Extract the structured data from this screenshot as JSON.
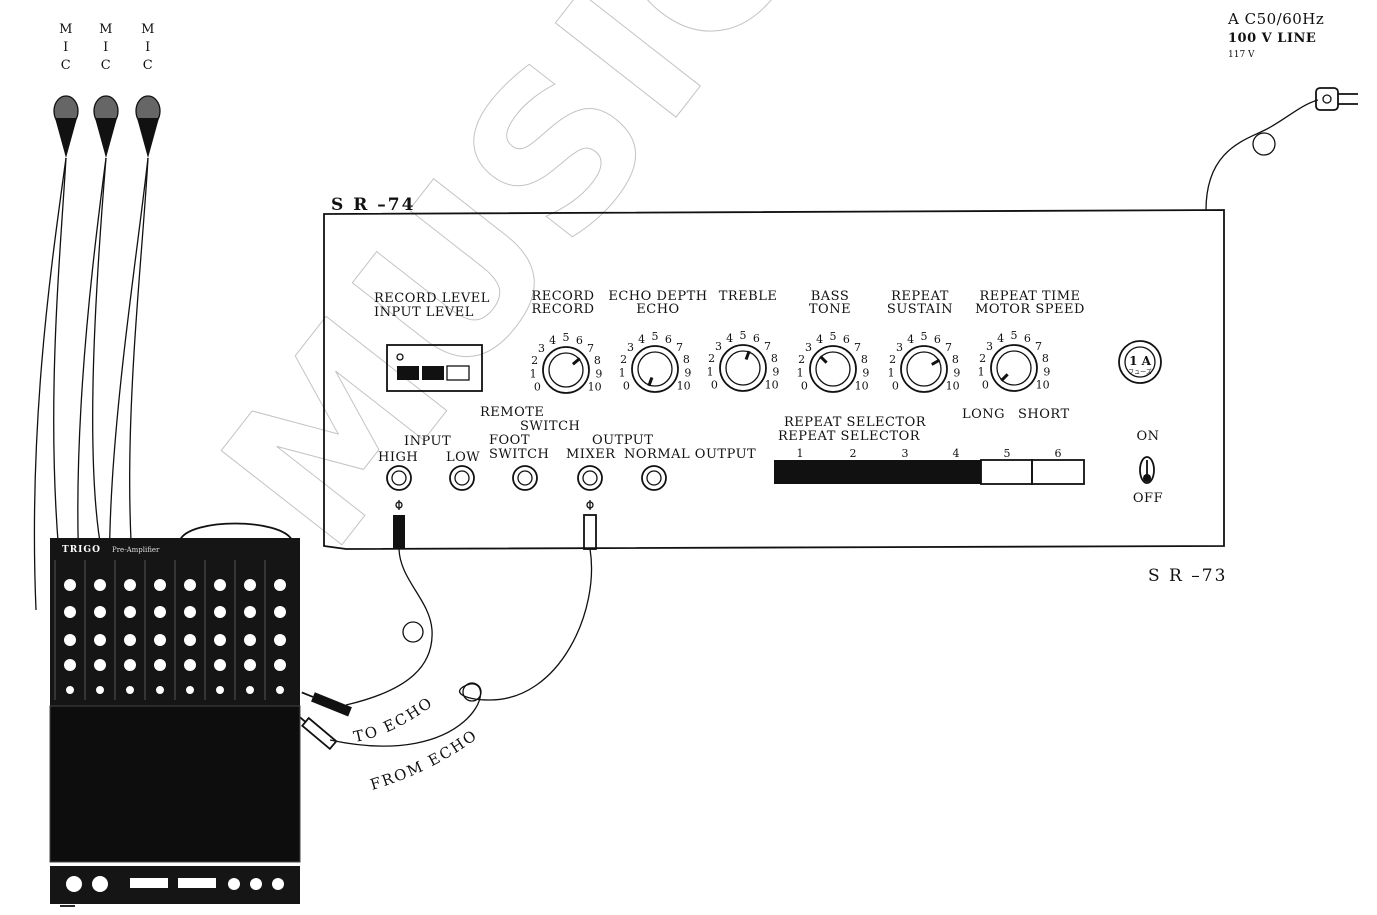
{
  "watermark": "MUSICPAL",
  "mic": {
    "letters": [
      "M",
      "I",
      "C"
    ]
  },
  "power": {
    "line1": "A C50/60Hz",
    "line2": "100 V LINE",
    "line3": "117 V"
  },
  "unit": {
    "model_top": "S R –74",
    "model_bottom": "S R –73"
  },
  "knobs": [
    {
      "top": "RECORD",
      "sub": "RECORD"
    },
    {
      "top": "ECHO DEPTH",
      "sub": "ECHO"
    },
    {
      "top": "TREBLE",
      "sub": ""
    },
    {
      "top": "BASS",
      "sub": "TONE"
    },
    {
      "top": "REPEAT",
      "sub": "SUSTAIN"
    },
    {
      "top": "REPEAT TIME",
      "sub": "MOTOR SPEED"
    }
  ],
  "dial_numbers": [
    "0",
    "1",
    "2",
    "3",
    "4",
    "5",
    "6",
    "7",
    "8",
    "9",
    "10"
  ],
  "record_level": {
    "top": "RECORD  LEVEL",
    "sub": "INPUT  LEVEL"
  },
  "repeat_time_ends": {
    "long": "LONG",
    "short": "SHORT"
  },
  "fuse": {
    "rating": "1 A",
    "sub": "フューズ"
  },
  "jacks": {
    "input": "INPUT",
    "high": "HIGH",
    "low": "LOW",
    "remote": "REMOTE",
    "switch": "SWITCH",
    "foot": "FOOT",
    "switch_sub": "SWITCH",
    "output": "OUTPUT",
    "mixer": "MIXER",
    "normal_output": "NORMAL OUTPUT"
  },
  "repeat_selector": {
    "top": "REPEAT  SELECTOR",
    "sub": "REPEAT  SELECTOR",
    "positions": [
      "1",
      "2",
      "3",
      "4",
      "5",
      "6"
    ]
  },
  "power_switch": {
    "on": "ON",
    "off": "OFF"
  },
  "mixer": {
    "brand": "TRIGO",
    "model": "Pre-Amplifier"
  },
  "cables": {
    "to_echo": "TO ECHO",
    "from_echo": "FROM ECHO"
  }
}
